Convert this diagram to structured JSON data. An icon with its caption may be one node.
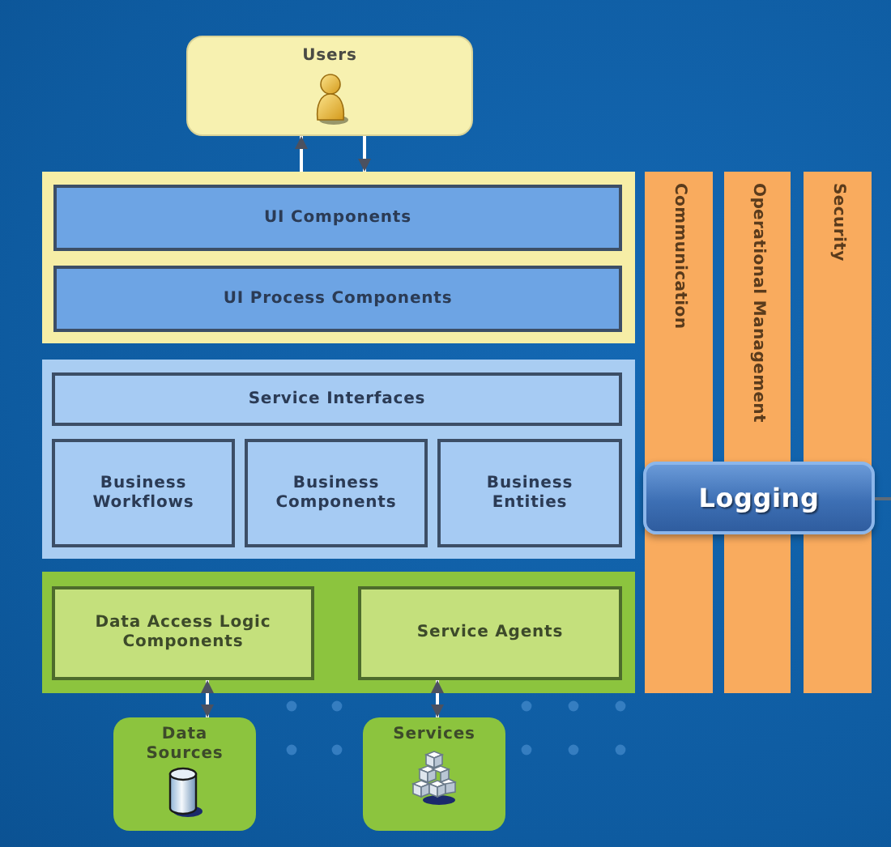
{
  "diagram": {
    "nodes": [
      {
        "text": [
          "Users"
        ]
      },
      {
        "text": [],
        "shape": "box"
      },
      {
        "text": [
          "UI Components"
        ],
        "in": 1
      },
      {
        "text": [
          "UI Process Components"
        ],
        "in": 1
      },
      {
        "text": [],
        "shape": "box"
      },
      {
        "text": [
          "Service Interfaces"
        ],
        "in": 4
      },
      {
        "text": [
          "Business Workflows"
        ],
        "in": 4
      },
      {
        "text": [
          "Business Components"
        ],
        "in": 4
      },
      {
        "text": [
          "Business Entities"
        ],
        "in": 4
      },
      {
        "text": [],
        "shape": "box"
      },
      {
        "text": [
          "Data Access Logic Components"
        ],
        "in": 9
      },
      {
        "text": [
          "Service Agents"
        ],
        "in": 9
      },
      {
        "text": [
          "Data Sources"
        ]
      },
      {
        "text": [
          "Services"
        ]
      },
      {
        "text": [
          "Communication"
        ]
      },
      {
        "text": [
          "Operational Management"
        ]
      },
      {
        "text": [
          "Security"
        ]
      },
      {
        "text": [
          "Logging"
        ]
      }
    ],
    "edges": [
      {
        "from": 1,
        "to": 0,
        "arrow": "to"
      },
      {
        "from": 0,
        "to": 1,
        "arrow": "to"
      },
      {
        "from": 10,
        "to": 12,
        "arrow": "both"
      },
      {
        "from": 11,
        "to": 13,
        "arrow": "both"
      },
      {
        "from": 17,
        "to": null,
        "arrow": "none",
        "color": "#5f6b78"
      }
    ]
  }
}
